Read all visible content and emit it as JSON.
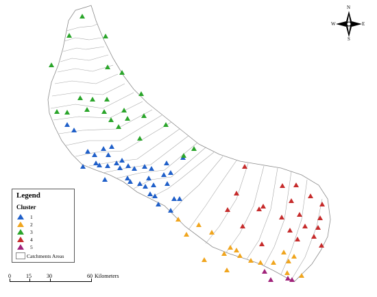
{
  "legend": {
    "title": "Legend",
    "cluster_heading": "Cluster",
    "catchment_label": "Catchments Areas",
    "clusters": [
      {
        "label": "1",
        "color": "#1f5fc9"
      },
      {
        "label": "2",
        "color": "#f0a51e"
      },
      {
        "label": "3",
        "color": "#2aa52a"
      },
      {
        "label": "4",
        "color": "#c62b2b"
      },
      {
        "label": "5",
        "color": "#a0227a"
      }
    ]
  },
  "scale_bar": {
    "labels": [
      "0",
      "15",
      "30",
      "60"
    ],
    "unit": "Kilometers"
  },
  "compass": {
    "n": "N",
    "s": "S",
    "e": "E",
    "w": "W"
  },
  "map": {
    "symbol": "triangle",
    "boundary_color": "#9a9a9a"
  }
}
